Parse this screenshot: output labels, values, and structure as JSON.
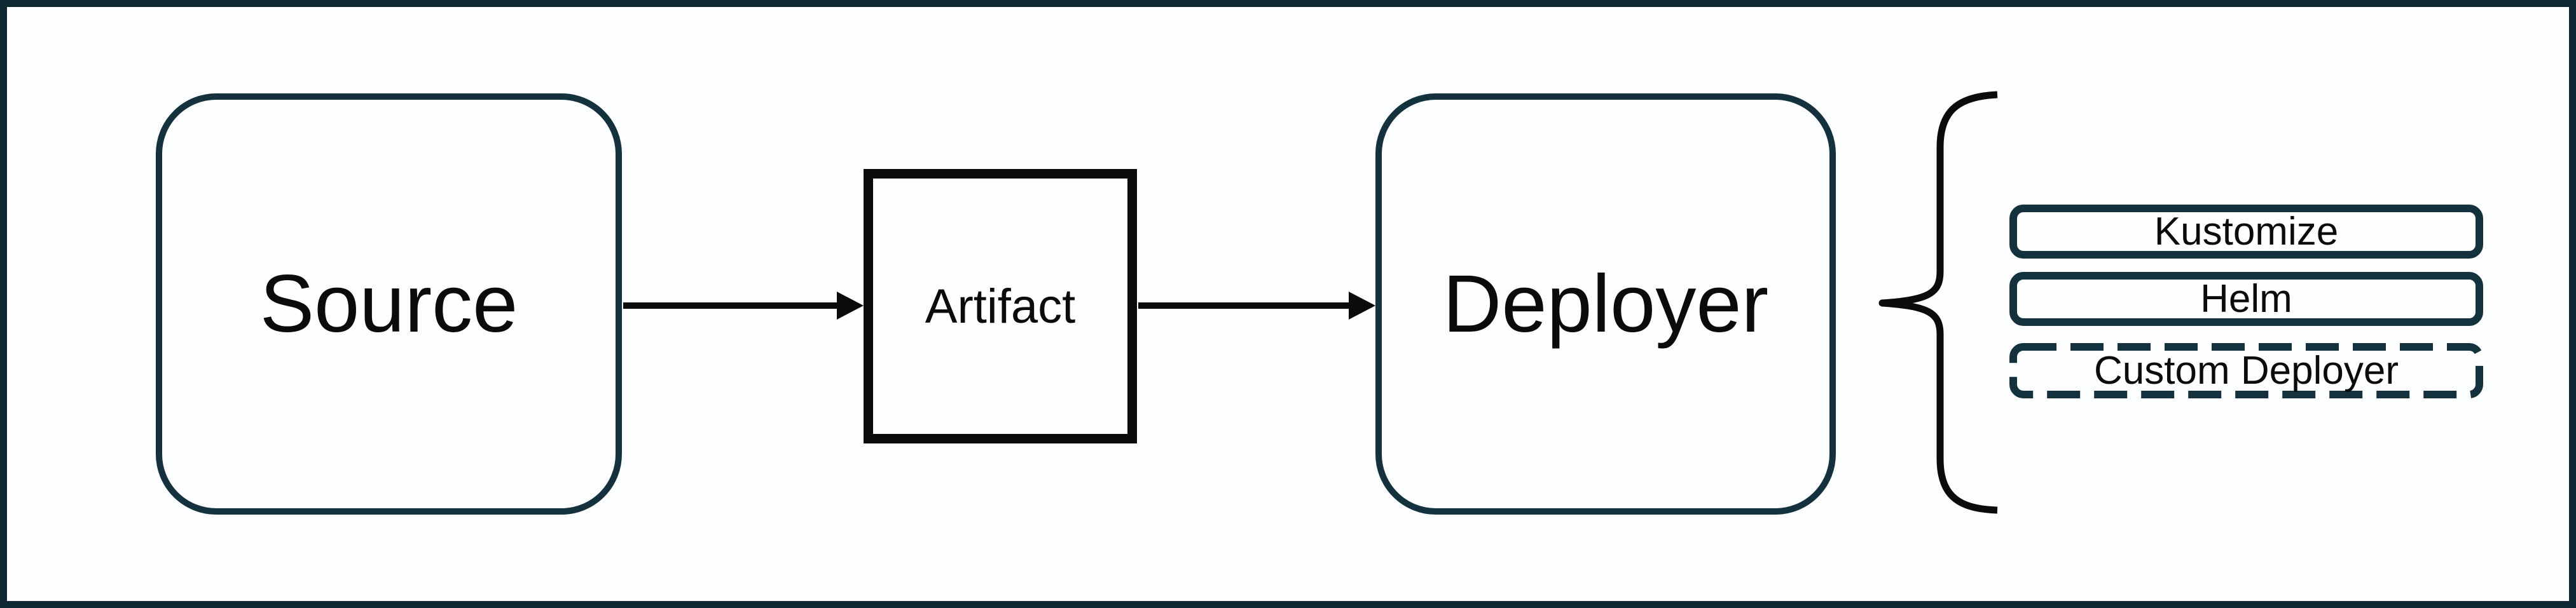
{
  "diagram": {
    "nodes": {
      "source": {
        "label": "Source"
      },
      "artifact": {
        "label": "Artifact"
      },
      "deployer": {
        "label": "Deployer"
      }
    },
    "connections": [
      {
        "from": "Source",
        "to": "Artifact",
        "type": "arrow"
      },
      {
        "from": "Artifact",
        "to": "Deployer",
        "type": "arrow"
      },
      {
        "from": "Deployer",
        "to": "deployer-options",
        "type": "brace"
      }
    ],
    "deployer_options": [
      {
        "label": "Kustomize",
        "border": "solid"
      },
      {
        "label": "Helm",
        "border": "solid"
      },
      {
        "label": "Custom Deployer",
        "border": "dashed"
      }
    ],
    "colors": {
      "frame_border": "#0d2733",
      "node_border": "#14323e",
      "connector_black": "#0b0b0b",
      "text": "#0b0b0b",
      "background": "#fdfeff"
    }
  }
}
